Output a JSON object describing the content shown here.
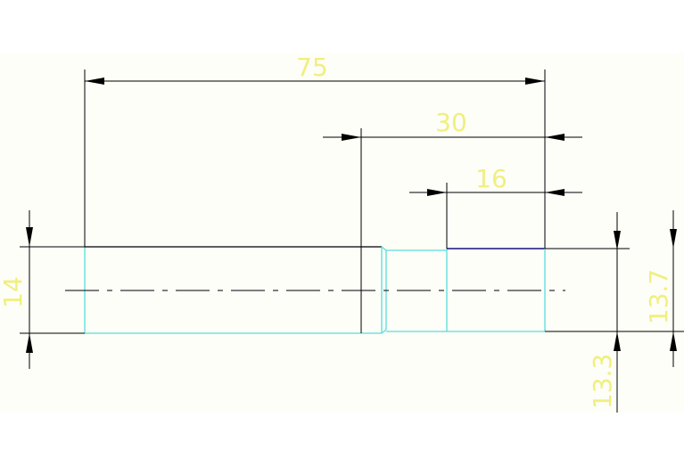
{
  "colors": {
    "sheet": "#fdfef7",
    "dimension_line": "#000000",
    "dimension_text": "#f0ef80",
    "part_outline": "#58dcdc",
    "center_line": "#000000",
    "highlight_edge": "#3a2f8f"
  },
  "dimensions": {
    "overall_length": "75",
    "step_length": "30",
    "section_length": "16",
    "left_diameter": "14",
    "right_diameter": "13.7",
    "neck_diameter": "13.3"
  }
}
